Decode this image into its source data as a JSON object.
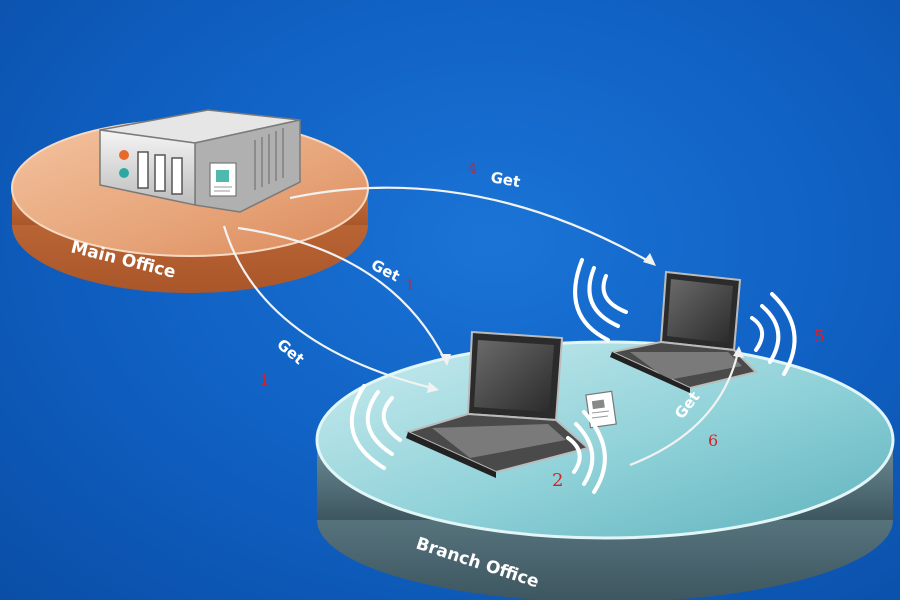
{
  "diagram": {
    "main_office": {
      "label": "Main Office"
    },
    "branch_office": {
      "label": "Branch Office"
    },
    "arrows": [
      {
        "id": "1a",
        "get": "Get",
        "step": "1"
      },
      {
        "id": "1b",
        "get": "Get",
        "step": "1"
      },
      {
        "id": "4",
        "get": "Get",
        "step": "4"
      },
      {
        "id": "6",
        "get": "Get",
        "step": "6"
      }
    ],
    "steps": {
      "s2": "2",
      "s5": "5"
    },
    "colors": {
      "background": "#0f5fc1",
      "main_disk": "#d88b57",
      "branch_disk": "#8fc9cf",
      "arrow": "#f2f2f2",
      "step_number": "#d2232a"
    },
    "icons": [
      "server-icon",
      "laptop-icon",
      "document-icon",
      "wireless-signal-icon"
    ]
  }
}
